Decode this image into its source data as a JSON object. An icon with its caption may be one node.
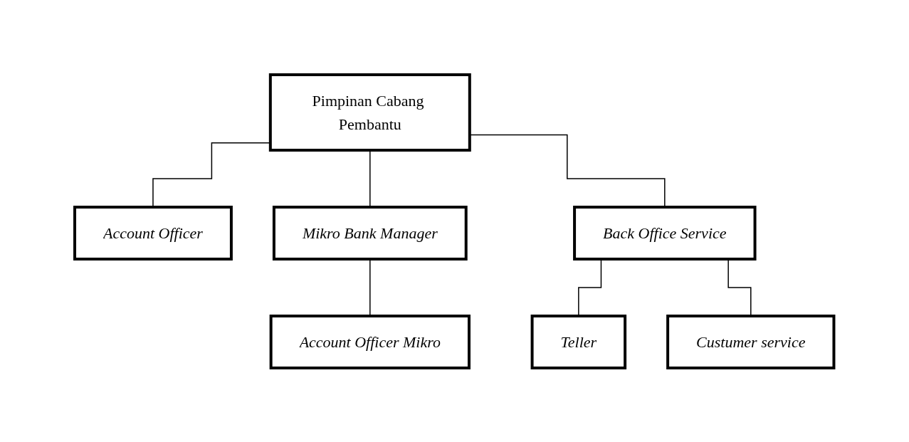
{
  "diagram": {
    "nodes": [
      {
        "text": [
          "Pimpinan Cabang Pembantu"
        ]
      },
      {
        "text": [
          "Account Officer"
        ]
      },
      {
        "text": [
          "Mikro Bank Manager"
        ]
      },
      {
        "text": [
          "Back Office Service"
        ]
      },
      {
        "text": [
          "Account Officer Mikro"
        ]
      },
      {
        "text": [
          "Teller"
        ]
      },
      {
        "text": [
          "Custumer service"
        ]
      }
    ],
    "edges": [
      {
        "from": 0,
        "to": 1,
        "arrow": "none"
      },
      {
        "from": 0,
        "to": 2,
        "arrow": "none"
      },
      {
        "from": 0,
        "to": 3,
        "arrow": "none"
      },
      {
        "from": 2,
        "to": 4,
        "arrow": "none"
      },
      {
        "from": 3,
        "to": 5,
        "arrow": "none"
      },
      {
        "from": 3,
        "to": 6,
        "arrow": "none"
      }
    ]
  }
}
